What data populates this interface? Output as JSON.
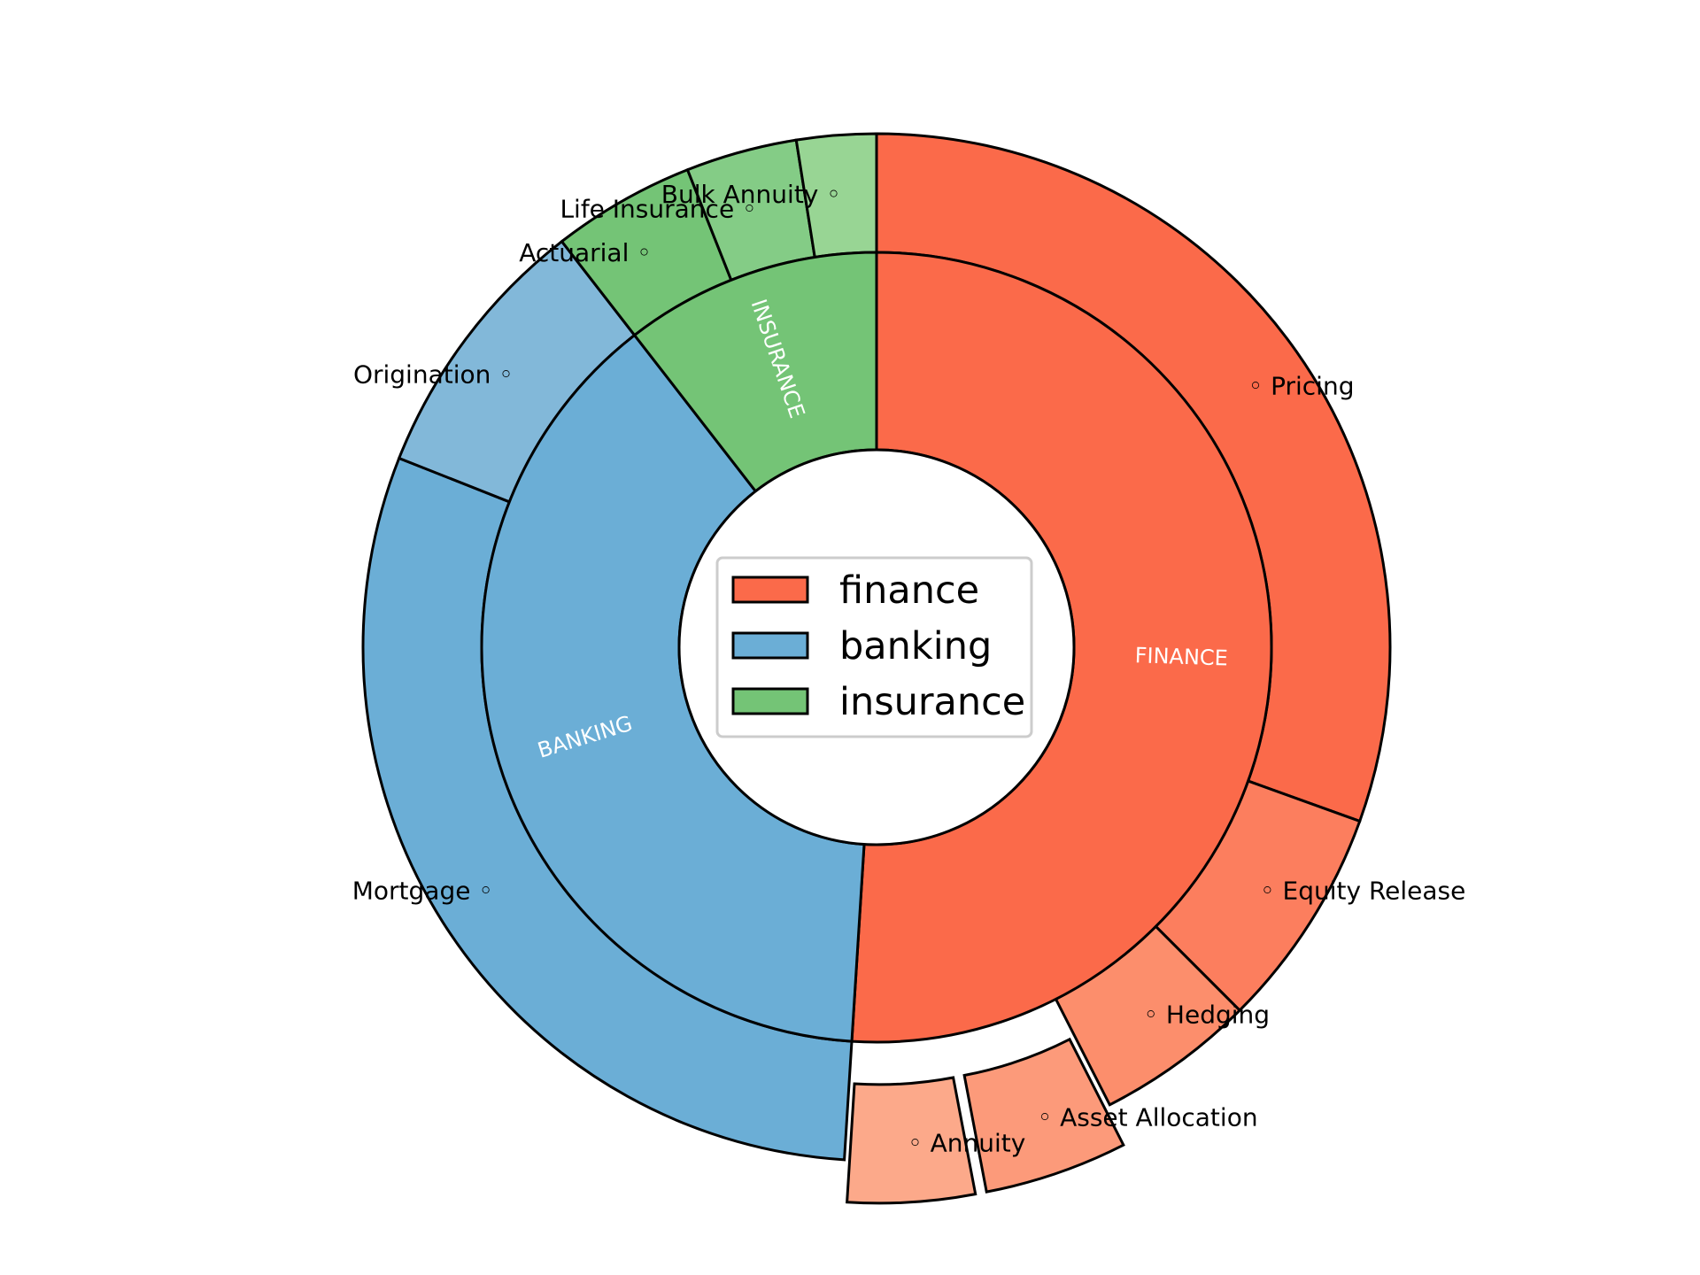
{
  "chart_data": {
    "type": "pie",
    "variant": "nested-donut",
    "start_angle_deg": 90,
    "direction": "clockwise",
    "inner_ring": [
      {
        "label": "FINANCE",
        "legend": "finance",
        "value": 51,
        "color": "#fb6a4a"
      },
      {
        "label": "BANKING",
        "legend": "banking",
        "value": 38.5,
        "color": "#6baed6"
      },
      {
        "label": "INSURANCE",
        "legend": "insurance",
        "value": 10.5,
        "color": "#74c476"
      }
    ],
    "outer_ring": [
      {
        "label": "Pricing",
        "value": 30.5,
        "color": "#fb6a4a",
        "explode": 0
      },
      {
        "label": "Equity Release",
        "value": 7.0,
        "color": "#fc7e5e",
        "explode": 0
      },
      {
        "label": "Hedging",
        "value": 5.0,
        "color": "#fc8e6c",
        "explode": 0
      },
      {
        "label": "Asset Allocation",
        "value": 4.5,
        "color": "#fc9a7a",
        "explode": 0.1
      },
      {
        "label": "Annuity",
        "value": 4.0,
        "color": "#fca98a",
        "explode": 0.1
      },
      {
        "label": "Mortgage",
        "value": 30.0,
        "color": "#6baed6",
        "explode": 0
      },
      {
        "label": "Origination",
        "value": 8.5,
        "color": "#82b8d9",
        "explode": 0
      },
      {
        "label": "Actuarial",
        "value": 4.5,
        "color": "#74c476",
        "explode": 0
      },
      {
        "label": "Life Insurance",
        "value": 3.5,
        "color": "#84cc86",
        "explode": 0
      },
      {
        "label": "Bulk Annuity",
        "value": 2.5,
        "color": "#98d594",
        "explode": 0
      }
    ],
    "legend": {
      "placement": "center",
      "entries": [
        "finance",
        "banking",
        "insurance"
      ]
    },
    "edge_color": "#000000"
  }
}
